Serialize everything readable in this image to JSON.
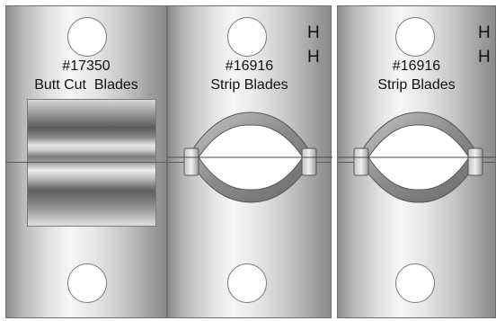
{
  "panels": [
    {
      "part_number": "#17350",
      "name": "Butt Cut  Blades",
      "h_marks": []
    },
    {
      "part_number": "#16916",
      "name": "Strip Blades",
      "h_marks": [
        "H",
        "H"
      ]
    },
    {
      "part_number": "#16916",
      "name": "Strip Blades",
      "h_marks": [
        "H",
        "H"
      ]
    }
  ]
}
